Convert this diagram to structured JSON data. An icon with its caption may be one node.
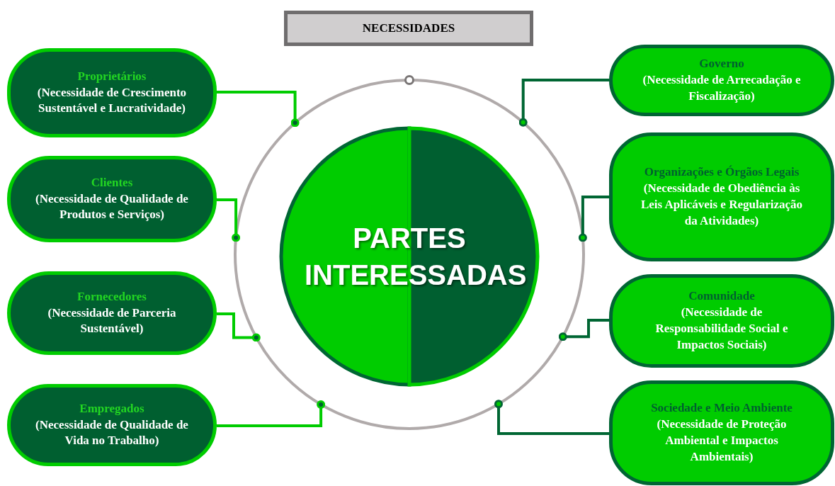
{
  "diagram": {
    "title": "NECESSIDADES",
    "nodes": [
      {
        "text": [],
        "shape": "circle"
      },
      {
        "text": [
          "PARTES INTERESSADAS"
        ],
        "in": 0
      },
      {
        "text": [
          "Proprietários",
          "(Necessidade de Crescimento Sustentável e Lucratividade)"
        ]
      },
      {
        "text": [
          "Clientes",
          "(Necessidade de Qualidade de Produtos e Serviços)"
        ]
      },
      {
        "text": [
          "Fornecedores",
          "(Necessidade de Parceria Sustentável)"
        ]
      },
      {
        "text": [
          "Empregados",
          "(Necessidade de Qualidade de Vida no Trabalho)"
        ]
      },
      {
        "text": [
          "Governo",
          "(Necessidade de Arrecadação e Fiscalização)"
        ]
      },
      {
        "text": [
          "Organizações e Órgãos Legais",
          "(Necessidade de Obediência às Leis Aplicáveis e Regularização da Atividades)"
        ]
      },
      {
        "text": [
          "Comunidade",
          "(Necessidade de Responsabilidade Social e Impactos Sociais)"
        ]
      },
      {
        "text": [
          "Sociedade e Meio Ambiente",
          "(Necessidade de Proteção Ambiental e Impactos Ambientais)"
        ]
      }
    ],
    "edges": [
      {
        "from": 2,
        "to": 0,
        "arrow": "other"
      },
      {
        "from": 3,
        "to": 0,
        "arrow": "other"
      },
      {
        "from": 4,
        "to": 0,
        "arrow": "other"
      },
      {
        "from": 5,
        "to": 0,
        "arrow": "other"
      },
      {
        "from": 6,
        "to": 0,
        "arrow": "other",
        "color": "#006633"
      },
      {
        "from": 7,
        "to": 0,
        "arrow": "other",
        "color": "#006633"
      },
      {
        "from": 8,
        "to": 0,
        "arrow": "other",
        "color": "#006633"
      },
      {
        "from": 9,
        "to": 0,
        "arrow": "other",
        "color": "#006633"
      }
    ]
  }
}
